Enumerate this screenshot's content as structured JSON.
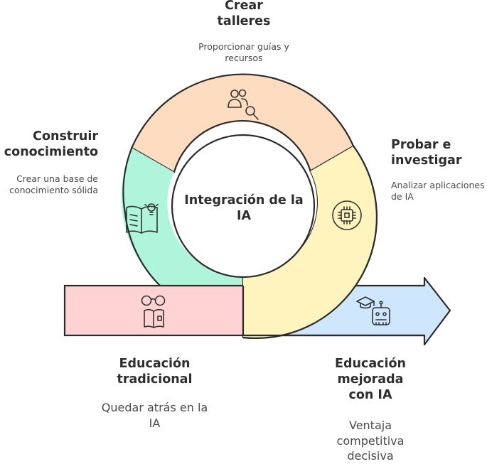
{
  "center": {
    "title": "Integración de la IA"
  },
  "stages": {
    "create_workshops": {
      "title": "Crear talleres",
      "description": "Proporcionar guías y recursos",
      "icon": "users-search-icon",
      "color": "#fddcbf"
    },
    "build_knowledge": {
      "title": "Construir conocimiento",
      "description": "Crear una base de conocimiento sólida",
      "icon": "book-lightbulb-icon",
      "color": "#aff5dc"
    },
    "test_investigate": {
      "title": "Probar e investigar",
      "description": "Analizar aplicaciones de IA",
      "icon": "chip-magnifier-icon",
      "color": "#fff4bd"
    }
  },
  "endpoints": {
    "traditional": {
      "title": "Educación tradicional",
      "description": "Quedar atrás en la IA",
      "icon": "reading-glasses-book-icon",
      "color": "#ffd3d3"
    },
    "enhanced": {
      "title": "Educación mejorada con IA",
      "description": "Ventaja competitiva decisiva",
      "icon": "robot-graduation-icon",
      "color": "#cfe6ff"
    }
  }
}
